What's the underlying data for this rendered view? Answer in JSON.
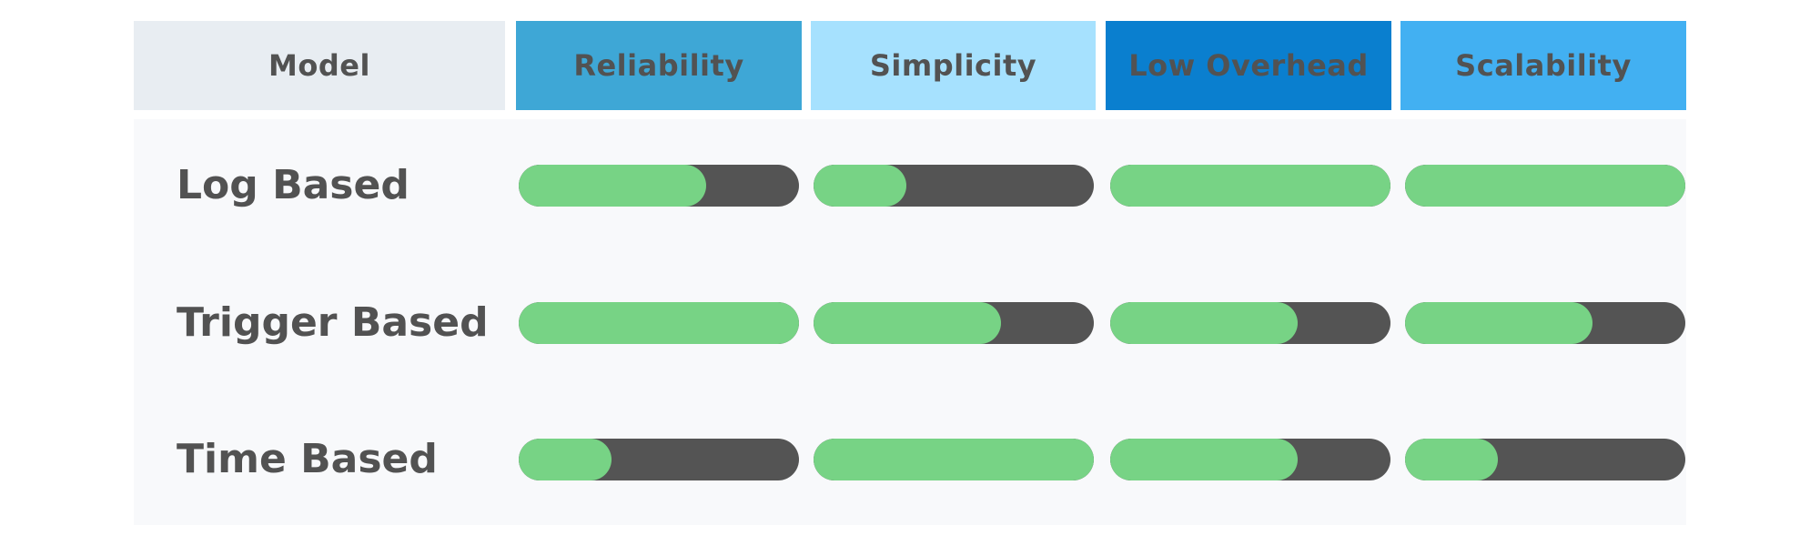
{
  "header": {
    "model": "Model",
    "columns": [
      {
        "label": "Reliability",
        "color": "#3ea7d6"
      },
      {
        "label": "Simplicity",
        "color": "#a6e1fe"
      },
      {
        "label": "Low Overhead",
        "color": "#0a7fcf"
      },
      {
        "label": "Scalability",
        "color": "#42b0f2"
      }
    ]
  },
  "rows": [
    {
      "label": "Log Based",
      "scores": [
        0.67,
        0.33,
        1.0,
        1.0
      ]
    },
    {
      "label": "Trigger Based",
      "scores": [
        1.0,
        0.67,
        0.67,
        0.67
      ]
    },
    {
      "label": "Time Based",
      "scores": [
        0.33,
        1.0,
        0.67,
        0.33
      ]
    }
  ],
  "colors": {
    "fill": "#77d385",
    "track": "#545454"
  }
}
